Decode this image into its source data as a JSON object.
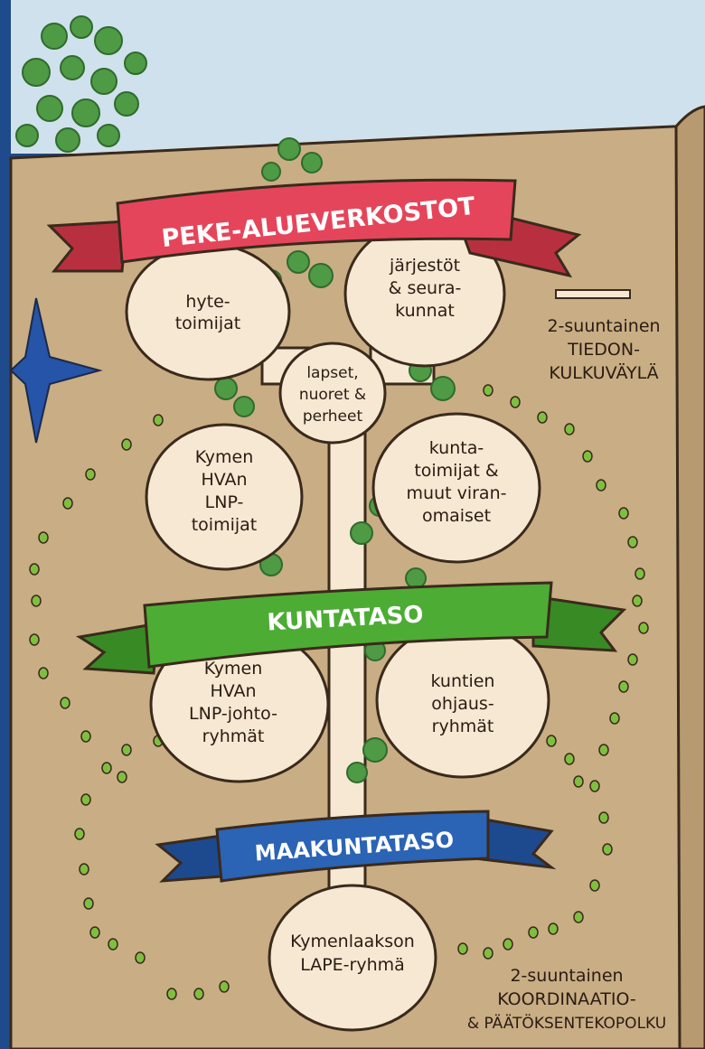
{
  "colors": {
    "page": "#c9ad84",
    "page_edge": "#a88b63",
    "frame": "#1f4a8c",
    "sky": "#cfe1ec",
    "bubble": "#f6e8d2",
    "outline": "#3a2a1c",
    "leaf": "#4f9a45",
    "leaf_dark": "#2f6b2d",
    "dot": "#7fbf3f",
    "ribbon_peke": "#e5455a",
    "ribbon_kunta": "#4dac34",
    "ribbon_maakunta": "#2b63b5",
    "star": "#2554a8"
  },
  "ribbons": {
    "peke": "PEKE-ALUEVERKOSTOT",
    "kunta": "KUNTATASO",
    "maakunta": "MAAKUNTATASO"
  },
  "bubbles": {
    "hyte": [
      "hyte-",
      "toimijat"
    ],
    "jarjestot": [
      "järjestöt",
      "& seura-",
      "kunnat"
    ],
    "lapset": [
      "lapset,",
      "nuoret &",
      "perheet"
    ],
    "kymen_hva": [
      "Kymen",
      "HVAn",
      "LNP-",
      "toimijat"
    ],
    "kuntatoimijat": [
      "kunta-",
      "toimijat &",
      "muut viran-",
      "omaiset"
    ],
    "johtoryhmat": [
      "Kymen",
      "HVAn",
      "LNP-johto-",
      "ryhmät"
    ],
    "ohjausryhmat": [
      "kuntien",
      "ohjaus-",
      "ryhmät"
    ],
    "lape": [
      "Kymenlaakson",
      "LAPE-ryhmä"
    ]
  },
  "legend": {
    "tiedon": [
      "2-suuntainen",
      "TIEDON-",
      "KULKUVÄYLÄ"
    ],
    "koordinaatio": [
      "2-suuntainen",
      "KOORDINAATIO-",
      "& PÄÄTÖKSENTEKOPOLKU"
    ]
  }
}
